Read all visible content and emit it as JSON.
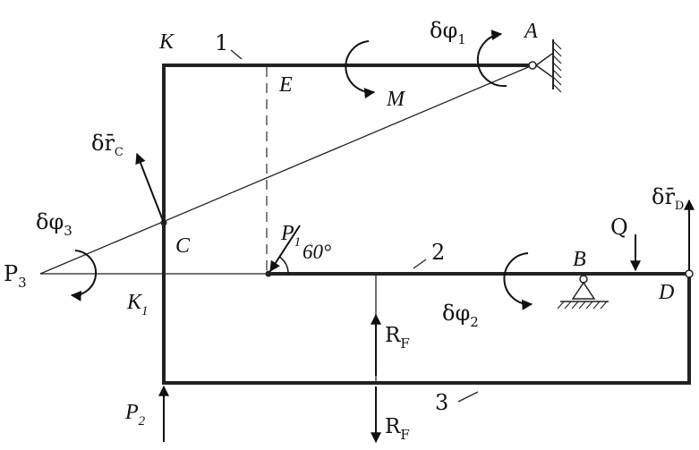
{
  "labels": {
    "K": "K",
    "one": "1",
    "A": "A",
    "E": "E",
    "M": "M",
    "dphi1": "δφ",
    "dphi1_sub": "1",
    "drc": "δr̄",
    "drc_sub": "C",
    "dphi3": "δφ",
    "dphi3_sub": "3",
    "C": "C",
    "P1": "P",
    "P1_sub": "1",
    "angle": "60°",
    "two": "2",
    "Q": "Q",
    "drd": "δr̄",
    "drd_sub": "D",
    "B": "B",
    "D": "D",
    "P3": "P",
    "P3_sub": "3",
    "K1": "K",
    "K1_sub": "1",
    "dphi2": "δφ",
    "dphi2_sub": "2",
    "RF_top": "R",
    "RF_top_sub": "F",
    "RF_bot": "R",
    "RF_bot_sub": "F",
    "three": "3",
    "P2": "P",
    "P2_sub": "2"
  },
  "colors": {
    "ink": "#222222",
    "dash": "#555555"
  }
}
